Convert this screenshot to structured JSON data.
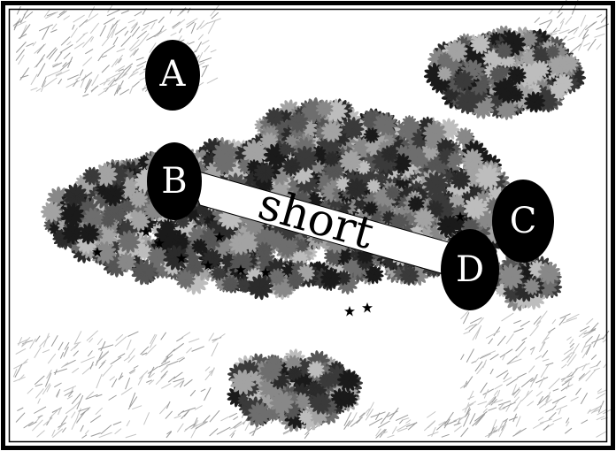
{
  "map": {
    "nodes": [
      {
        "id": "A",
        "label": "A"
      },
      {
        "id": "B",
        "label": "B"
      },
      {
        "id": "C",
        "label": "C"
      },
      {
        "id": "D",
        "label": "D"
      }
    ],
    "route": {
      "from": "B",
      "to": "D",
      "label": "short"
    }
  },
  "colors": {
    "node_fill": "#000000",
    "node_text": "#ffffff",
    "route_fill": "#ffffff",
    "route_text": "#000000",
    "grass": "#9a9a9a",
    "frame": "#000000"
  },
  "terrain": [
    "flower-field",
    "grass-patch"
  ]
}
